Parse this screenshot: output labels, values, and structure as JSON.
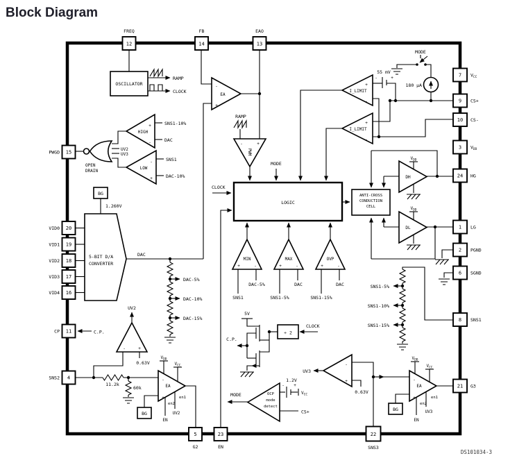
{
  "title": "Block Diagram",
  "doc_number": "DS101034-3",
  "pins": {
    "top": [
      {
        "num": "12",
        "label": "FREQ"
      },
      {
        "num": "14",
        "label": "FB"
      },
      {
        "num": "13",
        "label": "EAO"
      }
    ],
    "left": [
      {
        "num": "15",
        "label": "PWGD"
      },
      {
        "num": "20",
        "label": "VID0"
      },
      {
        "num": "19",
        "label": "VID1"
      },
      {
        "num": "18",
        "label": "VID2"
      },
      {
        "num": "17",
        "label": "VID3"
      },
      {
        "num": "16",
        "label": "VID4"
      },
      {
        "num": "11",
        "label": "CP"
      },
      {
        "num": "4",
        "label": "SNS2"
      }
    ],
    "right": [
      {
        "num": "7",
        "label": "V",
        "sub": "CC"
      },
      {
        "num": "9",
        "label": "CS+"
      },
      {
        "num": "10",
        "label": "CS-"
      },
      {
        "num": "3",
        "label": "V",
        "sub": "DD"
      },
      {
        "num": "24",
        "label": "HG"
      },
      {
        "num": "1",
        "label": "LG"
      },
      {
        "num": "2",
        "label": "PGND"
      },
      {
        "num": "6",
        "label": "SGND"
      },
      {
        "num": "8",
        "label": "SNS1"
      },
      {
        "num": "21",
        "label": "G3"
      }
    ],
    "bottom": [
      {
        "num": "5",
        "label": "G2"
      },
      {
        "num": "23",
        "label": "EN"
      },
      {
        "num": "22",
        "label": "SNS3"
      }
    ]
  },
  "blocks": {
    "oscillator": "OSCILLATOR",
    "logic": "LOGIC",
    "anti_cross": [
      "ANTI-CROSS",
      "CONDUCTION",
      "CELL"
    ],
    "dac_conv": [
      "5-BIT D/A",
      "CONVERTER"
    ],
    "divider": "÷ 2",
    "ocp": [
      "OCP",
      "mode",
      "detect"
    ],
    "bg": "BG"
  },
  "amps": {
    "ea": "EA",
    "pwm": "PWM",
    "high": "HIGH",
    "low": "LOW",
    "min": "MIN",
    "max": "MAX",
    "ovp": "OVP",
    "ilimit": "I_LIMIT",
    "dh": "DH",
    "dl": "DL"
  },
  "signals": {
    "ramp": "RAMP",
    "clock": "CLOCK",
    "mode": "MODE",
    "dac": "DAC",
    "cp": "C.P.",
    "en": "EN",
    "en1": "en1",
    "en2": "en2",
    "uv2": "UV2",
    "uv3": "UV3",
    "sns1": "SNS1",
    "open_drain": [
      "OPEN",
      "DRAIN"
    ],
    "cs_plus": "CS+",
    "sns1_m5": "SNS1-5%",
    "sns1_m10": "SNS1-10%",
    "sns1_m15": "SNS1-15%",
    "dac_m5": "DAC-5%",
    "dac_m10": "DAC-10%",
    "dac_m15": "DAC-15%"
  },
  "values": {
    "vref": "1.260V",
    "v063": "0.63V",
    "v55": "55 mV",
    "i180": "180 µA",
    "v5": "5V",
    "v12": "1.2V",
    "r1": "11.2k",
    "r2": "60k"
  },
  "power": {
    "v": "V",
    "cc": "CC",
    "dd": "DD"
  },
  "signs": {
    "plus": "+",
    "minus": "-"
  }
}
